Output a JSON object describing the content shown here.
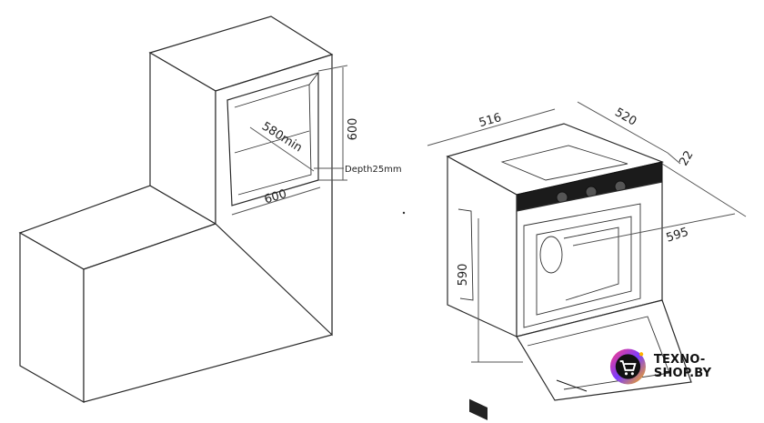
{
  "cabinet": {
    "niche_height": "600",
    "niche_width": "600",
    "niche_depth_min": "580min",
    "depth_gap": "Depth25mm"
  },
  "oven": {
    "width_top": "516",
    "depth_top": "520",
    "front_panel": "22",
    "diagonal": "595",
    "height": "590"
  },
  "brand": {
    "name": "TEXNO-SHOP.BY",
    "colors": {
      "ring_start": "#ff3d7f",
      "ring_mid": "#7b3dff",
      "ring_end": "#ffb300",
      "core": "#111111"
    }
  }
}
